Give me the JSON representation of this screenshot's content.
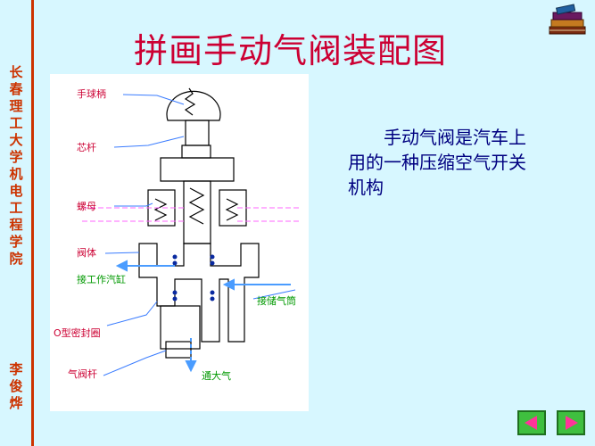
{
  "slide": {
    "title": "拼画手动气阀装配图",
    "sidebar_text": "长春理工大学机电工程学院",
    "author": "李俊烨",
    "description": "手动气阀是汽车上用的一种压缩空气开关机构"
  },
  "diagram": {
    "labels": {
      "handball": "手球柄",
      "core_rod": "芯杆",
      "nut": "螺母",
      "valve_body": "阀体",
      "to_cylinder": "接工作汽缸",
      "o_ring": "O型密封圈",
      "valve_rod": "气阀杆",
      "to_tank": "接储气筒",
      "to_air": "通大气"
    }
  },
  "nav": {
    "prev_icon": "prev-arrow-icon",
    "next_icon": "next-arrow-icon"
  },
  "colors": {
    "background": "#d7f7ff",
    "accent": "#cc3300",
    "title": "#cc0033",
    "text": "#000080",
    "nav": "#3fbf3f"
  }
}
